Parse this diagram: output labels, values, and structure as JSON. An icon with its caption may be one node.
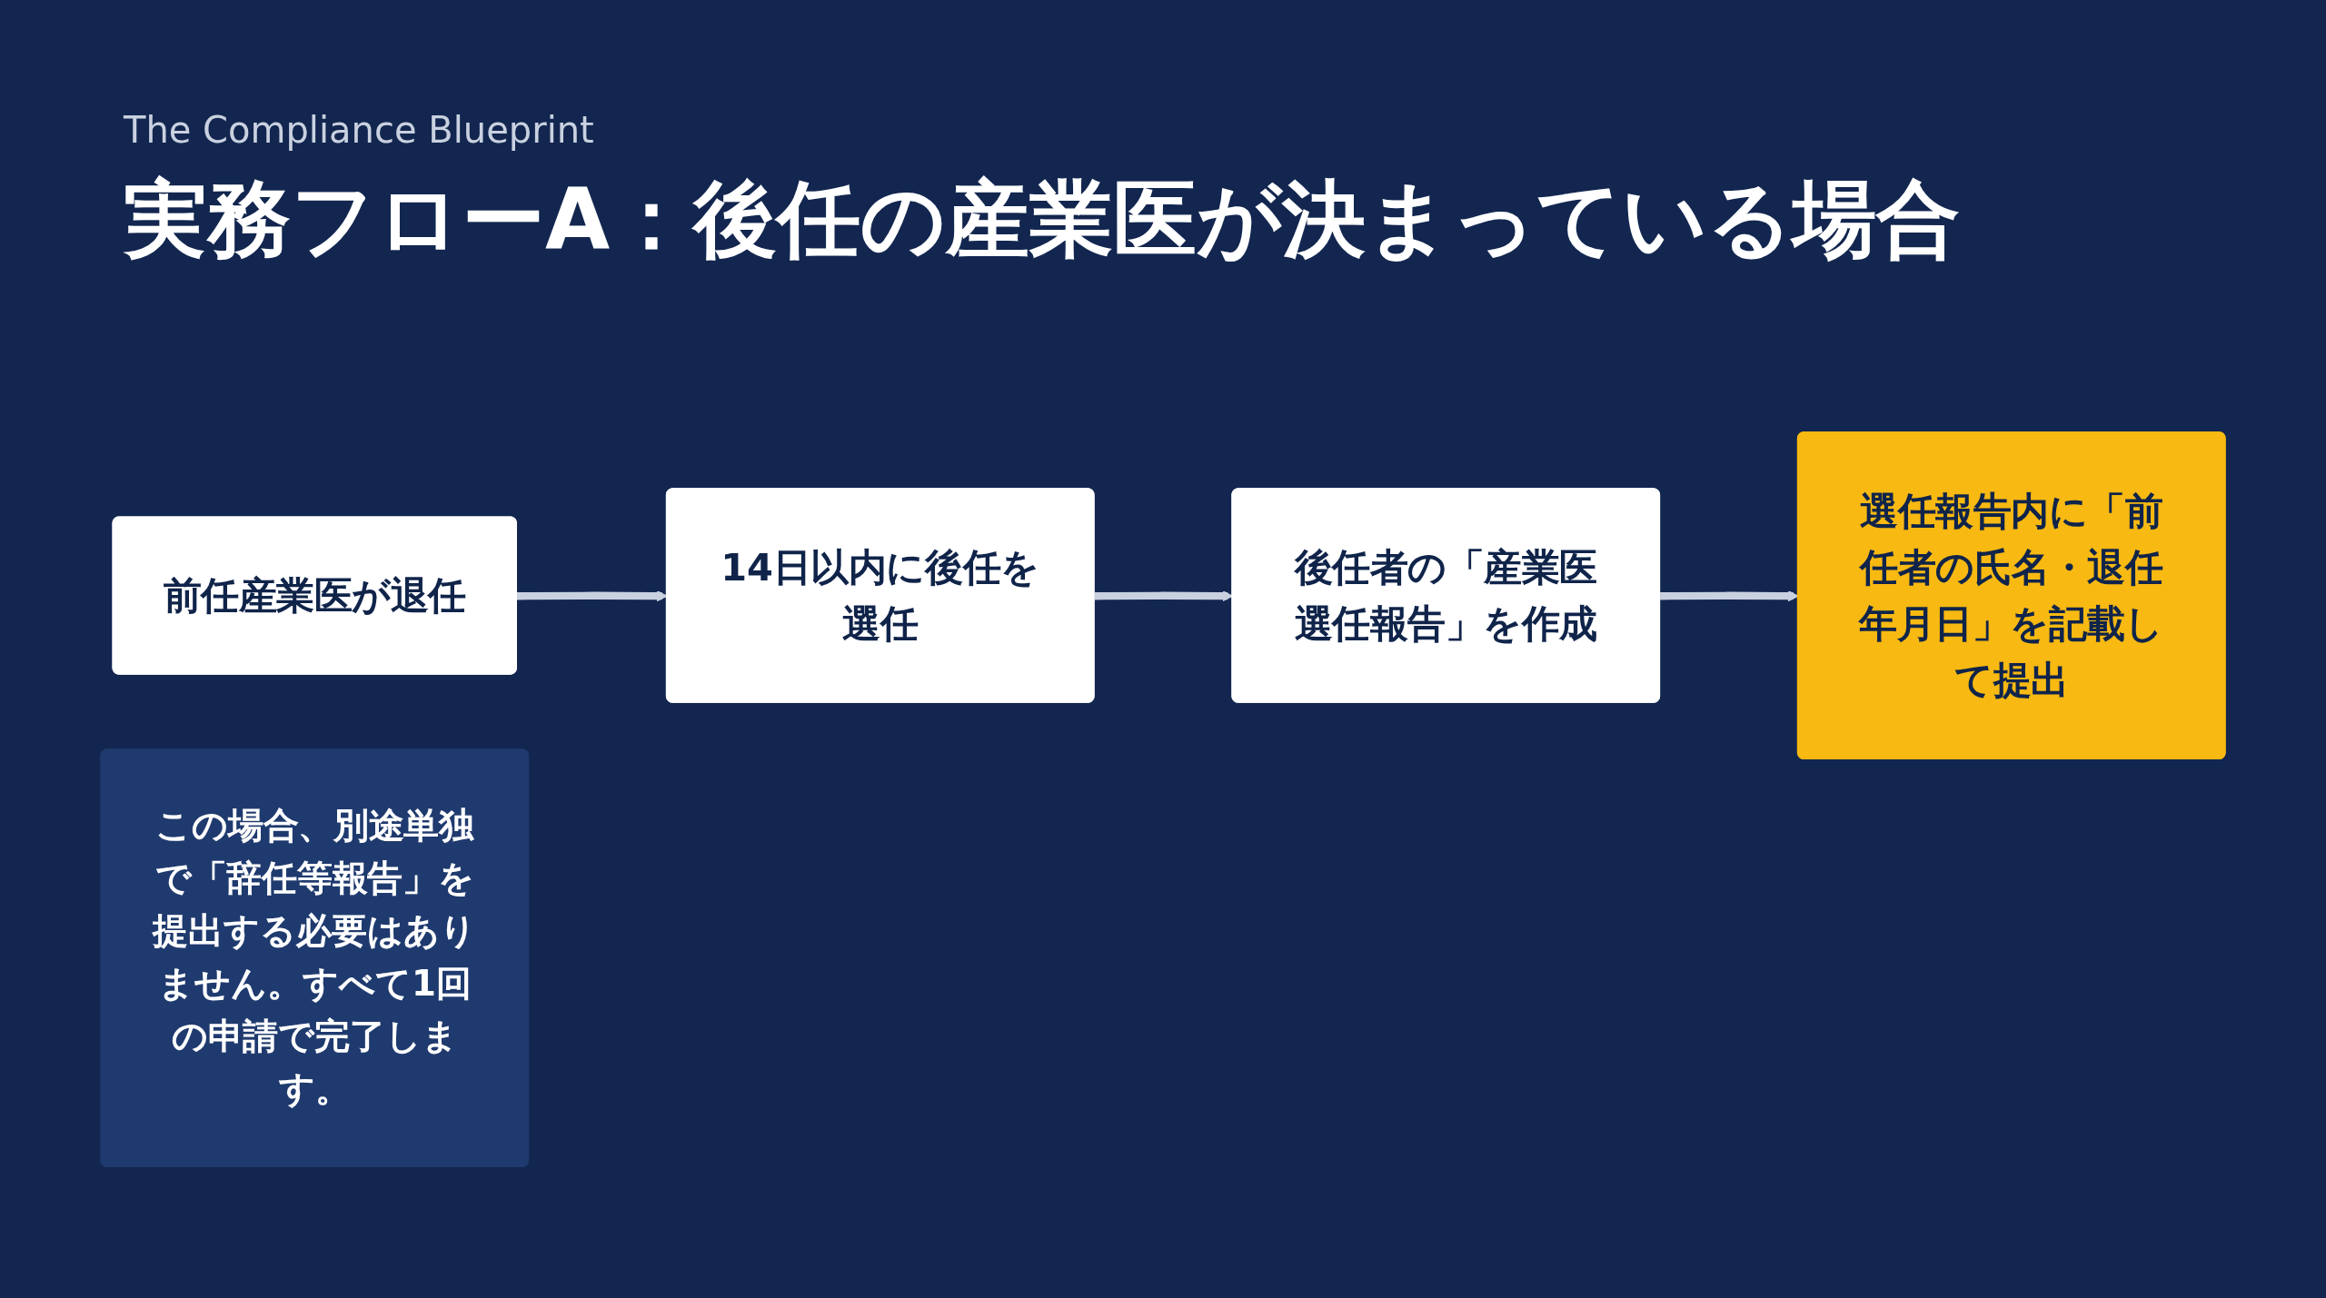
{
  "diagram": {
    "title": "実務フローA：後任の産業医が決まっている場合",
    "nodes": [
      {
        "text": [
          "前任産業医が退任"
        ]
      },
      {
        "text": [
          "14日以内に後任を選任"
        ]
      },
      {
        "text": [
          "後任者の「産業医選任報告」を作成"
        ]
      },
      {
        "text": [
          "選任報告内に「前任者の氏名・退任年月日」を記載して提出"
        ]
      },
      {
        "text": [
          "この場合、別途単独で「辞任等報告」を提出する必要はありません。すべて1回の申請で完了します。"
        ]
      }
    ],
    "edges": [
      {
        "from": 0,
        "to": 1,
        "arrow": "to"
      },
      {
        "from": 1,
        "to": 2,
        "arrow": "to"
      },
      {
        "from": 2,
        "to": 3,
        "arrow": "to"
      }
    ],
    "labels": [
      "The Compliance Blueprint"
    ]
  }
}
